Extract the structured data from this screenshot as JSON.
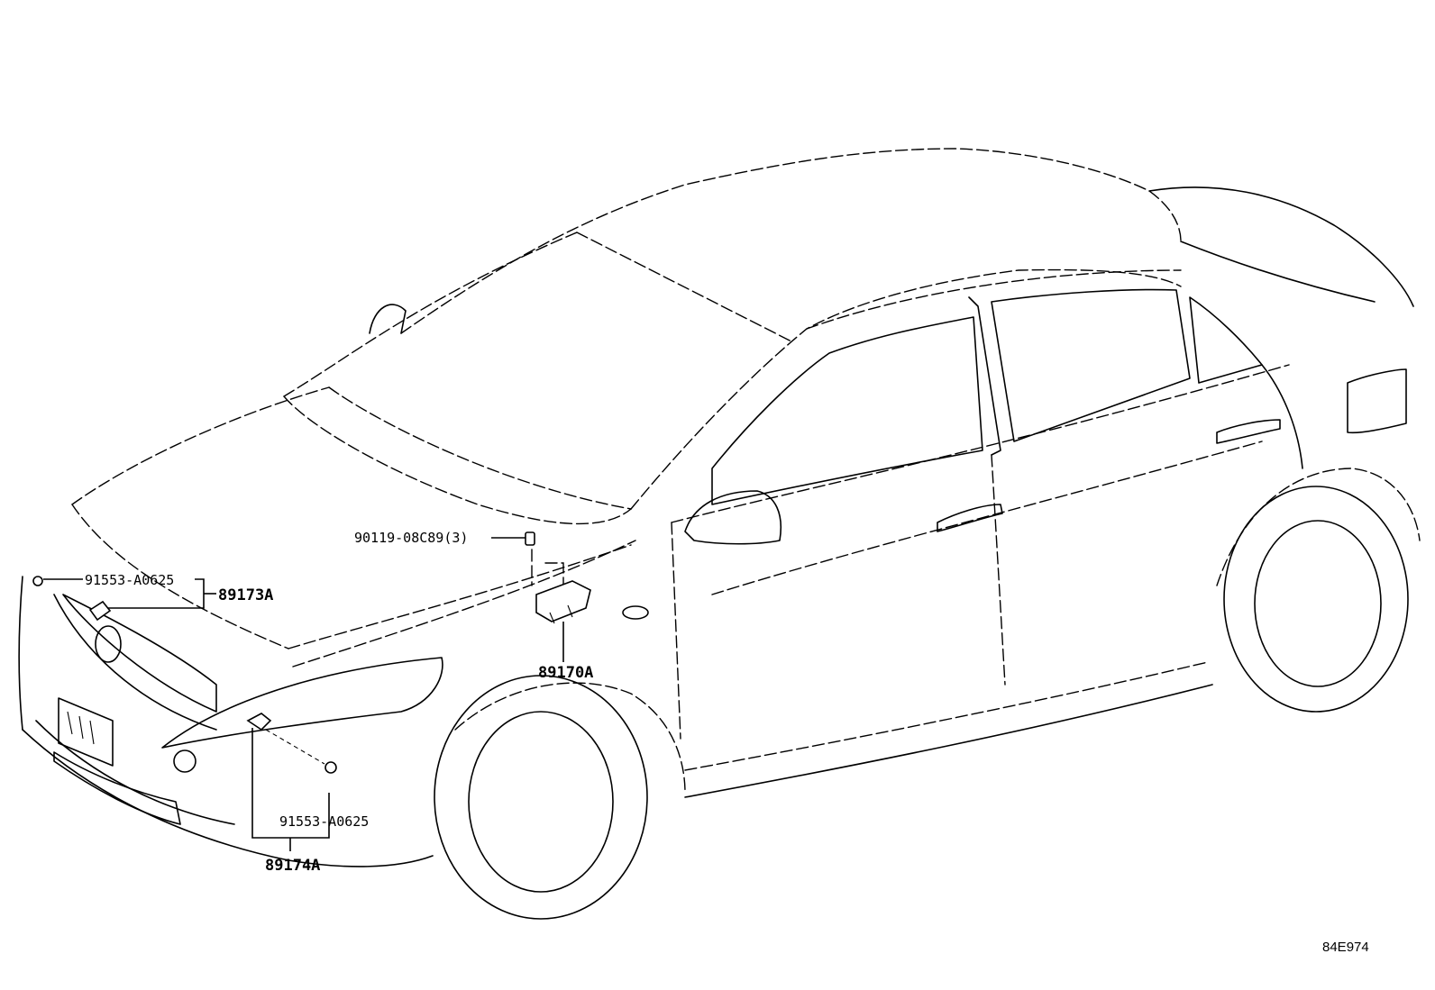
{
  "labels": {
    "bolt_90119": "90119-08C89(3)",
    "screw_upper": "91553-A0625",
    "sensor_front_upper": "89173A",
    "ecu_assembly": "89170A",
    "screw_lower": "91553-A0625",
    "sensor_front_lower": "89174A"
  },
  "figure_ref": "84E974"
}
